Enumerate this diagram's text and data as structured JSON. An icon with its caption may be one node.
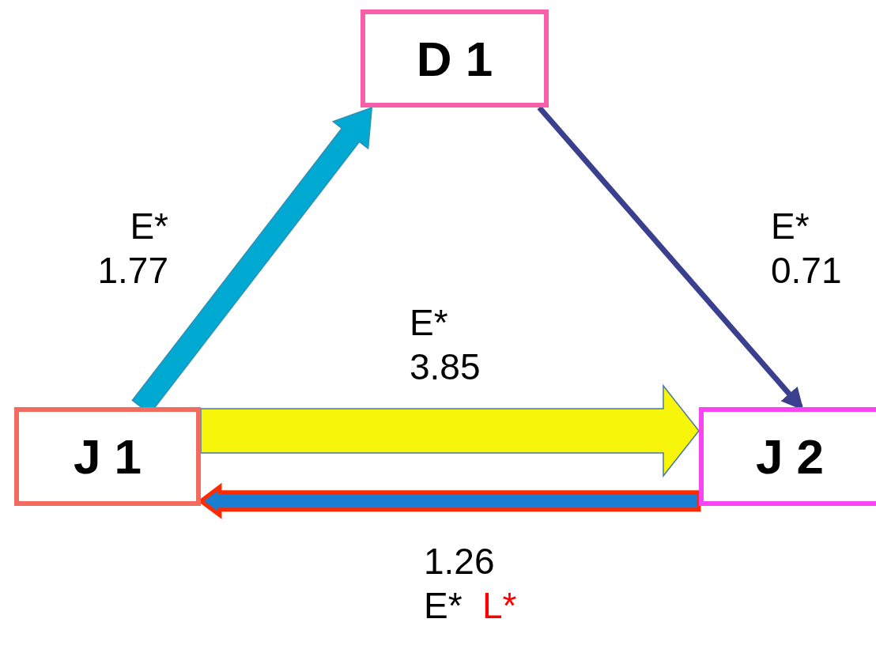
{
  "diagram": {
    "nodes": [
      {
        "text": [
          "D 1"
        ]
      },
      {
        "text": [
          "J 1"
        ]
      },
      {
        "text": [
          "J 2"
        ]
      }
    ],
    "edges": [
      {
        "from": 1,
        "to": 0,
        "arrow": "to",
        "label": "E* 1.77",
        "style": "thick",
        "color": "#00a9d1"
      },
      {
        "from": 0,
        "to": 2,
        "arrow": "to",
        "label": "E* 0.71",
        "color": "#3a3f8e"
      },
      {
        "from": 1,
        "to": 2,
        "arrow": "to",
        "label": "E* 3.85",
        "style": "thick",
        "color": "#f7f50a"
      },
      {
        "from": 2,
        "to": 1,
        "arrow": "to",
        "label": "1.26 E*",
        "style": "thick",
        "color": "#ff2a00"
      }
    ],
    "labels": [
      "L*"
    ]
  }
}
